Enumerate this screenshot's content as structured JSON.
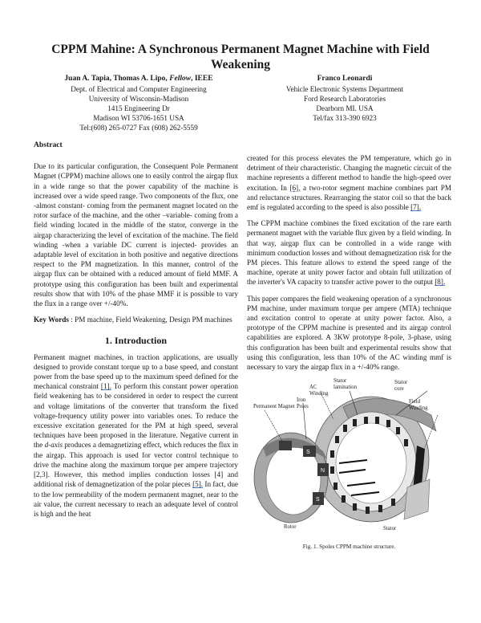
{
  "title": {
    "line1": "CPPM Mahine: A Synchronous Permanent Magnet Machine with Field",
    "line2": "Weakening"
  },
  "authors": {
    "left": {
      "names": "Juan A. Tapia, Thomas A. Lipo,",
      "title_italic": "Fellow",
      "society": ", IEEE",
      "lines": [
        "Dept. of Electrical and Computer Engineering",
        "University of Wisconsin-Madison",
        "1415 Engineering Dr",
        "Madison WI 53706-1651 USA",
        "Tel:(608) 265-0727 Fax (608) 262-5559"
      ]
    },
    "right": {
      "names": "Franco Leonardi",
      "lines": [
        "Vehicle Electronic Systems Department",
        "Ford Research Laboratories",
        "Dearborn MI. USA",
        "Tel/fax 313-390 6923"
      ]
    }
  },
  "abstract": {
    "heading": "Abstract",
    "text": "Due to its particular configuration, the Consequent Pole Permanent Magnet (CPPM) machine allows one to easily control the airgap flux in a wide range so that the power capability of the machine is increased over a wide speed range.  Two components of the flux, one -almost constant- coming from the permanent magnet located on the rotor surface of the machine, and the other –variable- coming from a field winding located in the middle of the stator, converge in the airgap characterizing the level of excitation of the machine. The field winding -when a variable DC current is injected- provides an adaptable  level of excitation in both positive and negative directions respect to the PM magnetization.   In this manner, control of the airgap flux can be obtained with a reduced amount of field MMF. A prototype using this configuration has been built and experimental results show that with 10% of the phase MMF it is possible to vary the flux in a range over +/-40%.",
    "keywords_label": "Key Words",
    "keywords": " : PM machine, Field Weakening, Design PM machines"
  },
  "introduction": {
    "heading": "1. Introduction",
    "p1_a": "Permanent magnet machines, in traction applications, are usually designed to provide constant torque up to a base speed, and constant power from the base speed up to the maximum speed defined for the mechanical constraint ",
    "p1_ref1": "[1].",
    "p1_b": " To perform this constant power operation field weakening has to be considered in order to respect the current and voltage limitations of the converter that transform the fixed voltage-frequency utility power into variables ones.   To reduce the excessive excitation generated for the PM at high speed, several techniques have been proposed in the literature. Negative current in the ",
    "p1_italic": "d-axis",
    "p1_c": " produces a demagnetizing effect, which reduces the flux in the airgap. This approach is used for vector control technique to drive the machine along the maximum torque per ampere trajectory [2,3]. However, this method implies conduction losses [4] and additional risk of demagnetization of the polar pieces ",
    "p1_ref5": "[5].",
    "p1_d": " In fact, due to the low permeability of the modern permanent magnet, near to the air value, the current necessary to reach an adequate level of control is high and the heat",
    "p1_cont_a": "created for this process elevates the PM temperature, which go in detriment of their characteristic. Changing the magnetic circuit of the machine represents a different method to handle the high-speed over excitation. In ",
    "p1_ref6": "[6],",
    "p1_cont_b": " a two-rotor segment machine combines part PM and reluctance structures. Rearranging the stator coil so that the back emf is regulated according to the speed is also possible ",
    "p1_ref7": "[7].",
    "p2_a": "The CPPM machine combines the fixed excitation of the rare earth permanent magnet with the variable flux given by a field winding. In that way, airgap flux can be controlled in a wide range with minimum conduction losses and without demagnetization risk for the PM pieces. This feature allows to extend the speed range of the machine, operate at unity power factor and obtain full utilization of the inverter's VA capacity to transfer active power to the output ",
    "p2_ref8": "[8].",
    "p3": "This paper compares the field weakening operation of a synchronous PM machine, under maximum torque per ampere (MTA) technique and excitation control to operate at unity power factor. Also, a prototype of the CPPM machine is presented and its airgap control capabilities are explored. A  3KW prototype 8-pole, 3-phase, using this configuration has been built and experimental results show that using this configuration, less than 10% of the AC winding mmf is necessary to vary the airgap flux in a +/-40% range."
  },
  "figure": {
    "labels": {
      "permanent_magnet": "Permanent Magnet",
      "iron_poles": "Iron Poles",
      "ac_winding": "AC Winding",
      "stator_lamination": "Stator lamination",
      "stator_core": "Stator core",
      "field_winding": "Field Winding",
      "rotor": "Rotor",
      "stator": "Stator",
      "pole_n": "N",
      "pole_s": "S"
    },
    "caption": "Fig. 1. Spoles CPPM machine structure."
  }
}
